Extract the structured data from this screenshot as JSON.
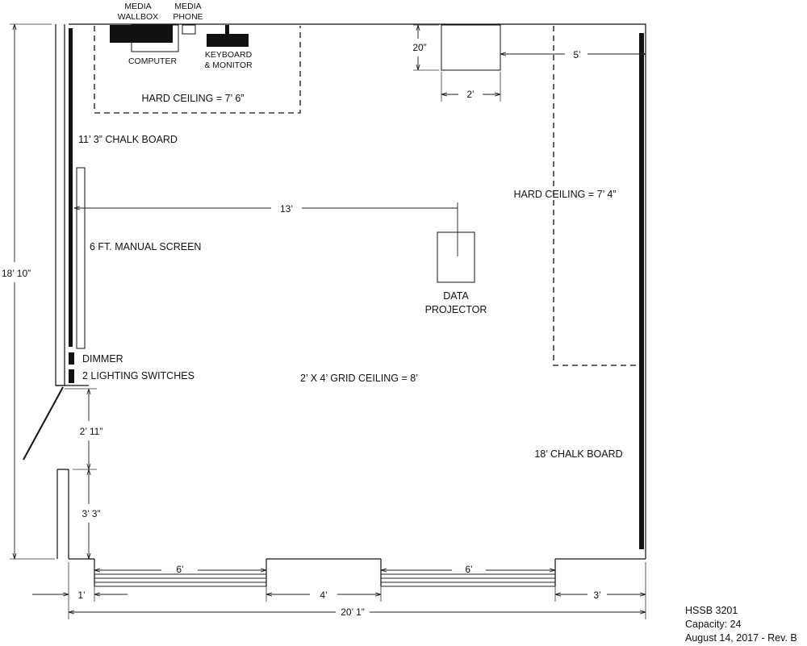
{
  "equipment": {
    "media_wallbox": "MEDIA\nWALLBOX",
    "media_phone": "MEDIA\nPHONE",
    "computer": "COMPUTER",
    "keyboard_monitor": "KEYBOARD\n& MONITOR",
    "data_projector": "DATA\nPROJECTOR"
  },
  "labels": {
    "hard_ceiling_left": "HARD CEILING = 7’ 6”",
    "hard_ceiling_right": "HARD CEILING = 7’ 4”",
    "chalk_board_left": "11’ 3” CHALK BOARD",
    "manual_screen": "6 FT. MANUAL SCREEN",
    "dimmer": "DIMMER",
    "lighting_switches": "2 LIGHTING SWITCHES",
    "grid_ceiling": "2’ X 4’ GRID CEILING = 8’",
    "chalk_board_right": "18’ CHALK BOARD"
  },
  "dimensions": {
    "room_depth": "18’ 10”",
    "box_height": "20”",
    "box_width": "2’",
    "box_to_wall": "5’",
    "screen_to_projector": "13’",
    "wall_segment_upper": "2’ 11”",
    "wall_segment_lower": "3’ 3”",
    "window_left": "6’",
    "window_right": "6’",
    "bottom_1": "1’",
    "bottom_4": "4’",
    "bottom_3": "3’",
    "room_width": "20’ 1”"
  },
  "info": {
    "room": "HSSB 3201",
    "capacity": "Capacity: 24",
    "date": "August 14, 2017 - Rev. B"
  }
}
